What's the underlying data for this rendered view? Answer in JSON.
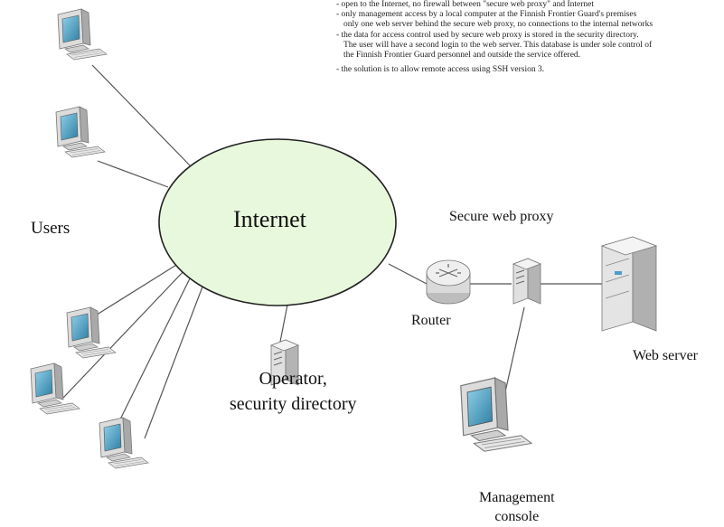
{
  "notes": [
    "- open to the Internet, no firewall between \"secure web proxy\" and Internet",
    "- only management access by a local computer at the Finnish Frontier Guard's premises",
    "  only one web server behind the secure web proxy, no connections to the internal networks",
    "- the data for access control used by secure web proxy is stored in the security directory.",
    "  The user will have a second login to the web server. This database is under sole control of",
    "  the Finnish Frontier Guard personnel and outside the service offered.",
    "",
    "- the solution is to allow remote access using SSH version 3."
  ],
  "labels": {
    "internet": "Internet",
    "users": "Users",
    "secure_web_proxy": "Secure web proxy",
    "router": "Router",
    "web_server": "Web server",
    "operator_line1": "Operator,",
    "operator_line2": "security directory",
    "management_line1": "Management",
    "management_line2": "console"
  },
  "icons": {
    "user_workstation": "crt-workstation-icon",
    "router": "router-icon",
    "tower_server": "tower-server-icon",
    "web_server": "server-rack-icon"
  },
  "colors": {
    "internet_cloud": "#e8f8dc",
    "cloud_outline": "#222222",
    "links": "#555555",
    "computer_body": "#d9d9d9",
    "screen": "#5aa8c8"
  }
}
